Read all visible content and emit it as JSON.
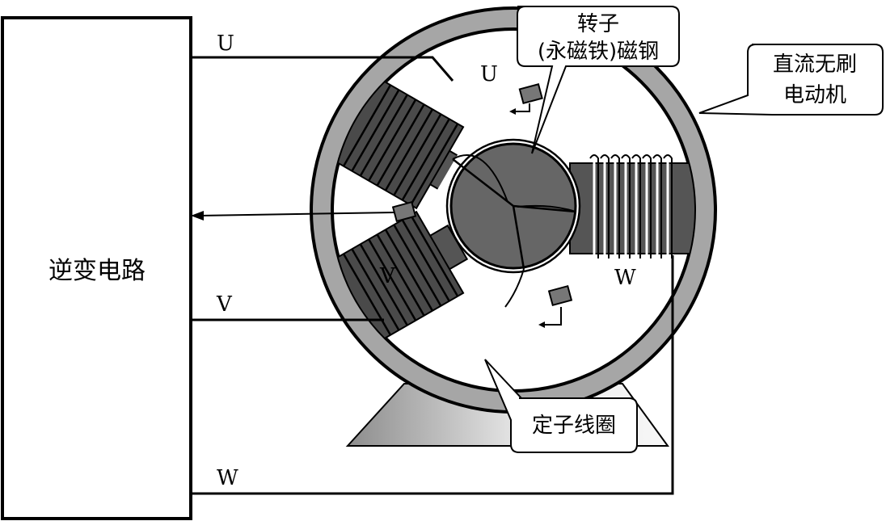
{
  "inverter": {
    "label": "逆变电路"
  },
  "wires": {
    "u": "U",
    "v": "V",
    "w": "W"
  },
  "coils": {
    "u": "U",
    "v": "V",
    "w": "W"
  },
  "callouts": {
    "rotor_line1": "转子",
    "rotor_line2": "(永磁铁)磁钢",
    "motor_line1": "直流无刷",
    "motor_line2": "电动机",
    "stator": "定子线圈"
  },
  "colors": {
    "ring": "#a6a6a6",
    "coil": "#4a4a4a",
    "rotor": "#666666",
    "base_dark": "#9a9a9a",
    "base_light": "#f2f2f2",
    "line": "#000000"
  }
}
